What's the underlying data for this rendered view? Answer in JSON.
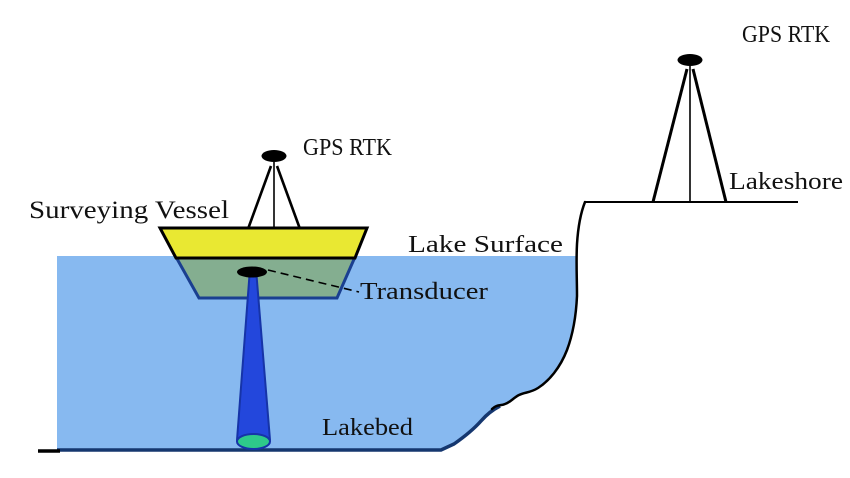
{
  "diagram": {
    "labels": {
      "gps_rtk_vessel": "GPS RTK",
      "surveying_vessel": "Surveying Vessel",
      "lake_surface": "Lake Surface",
      "transducer": "Transducer",
      "lakebed": "Lakebed",
      "gps_rtk_shore": "GPS RTK",
      "lakeshore": "Lakeshore"
    },
    "colors": {
      "water": "#87B9F0",
      "water_bottom_edge": "#15376F",
      "bank_line": "#000000",
      "hull_above_water": "#E9E832",
      "hull_outline_above": "#000000",
      "hull_below_water": "#84AE90",
      "hull_outline_below": "#1A3F90",
      "beam_cone": "#2347DC",
      "beam_cone_outline": "#1634A8",
      "beam_footprint": "#2EC98A",
      "device_black": "#000000",
      "text": "#111111"
    }
  }
}
